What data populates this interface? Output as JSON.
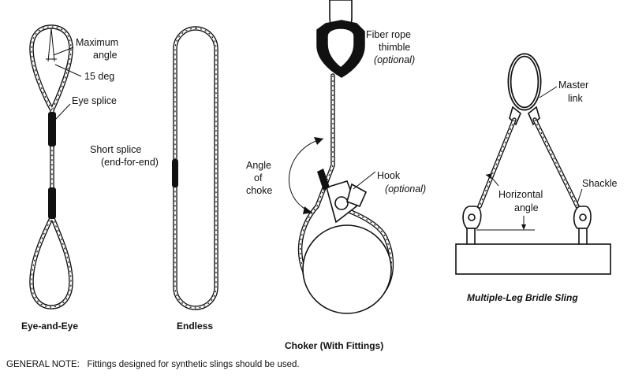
{
  "labels": {
    "maximum_angle_1": "Maximum",
    "maximum_angle_2": "angle",
    "deg15": "15 deg",
    "eye_splice": "Eye splice",
    "short_splice_1": "Short splice",
    "short_splice_2": "(end-for-end)",
    "fiber_rope_1": "Fiber rope",
    "fiber_rope_2": "thimble",
    "fiber_rope_3": "(optional)",
    "angle_of_choke_1": "Angle",
    "angle_of_choke_2": "of",
    "angle_of_choke_3": "choke",
    "hook_1": "Hook",
    "hook_2": "(optional)",
    "master_link_1": "Master",
    "master_link_2": "link",
    "shackle": "Shackle",
    "horizontal_angle_1": "Horizontal",
    "horizontal_angle_2": "angle"
  },
  "captions": {
    "eye_and_eye": "Eye-and-Eye",
    "endless": "Endless",
    "choker": "Choker (With Fittings)",
    "bridle": "Multiple-Leg Bridle Sling"
  },
  "general_note": "GENERAL NOTE:   Fittings designed for synthetic slings should be used."
}
